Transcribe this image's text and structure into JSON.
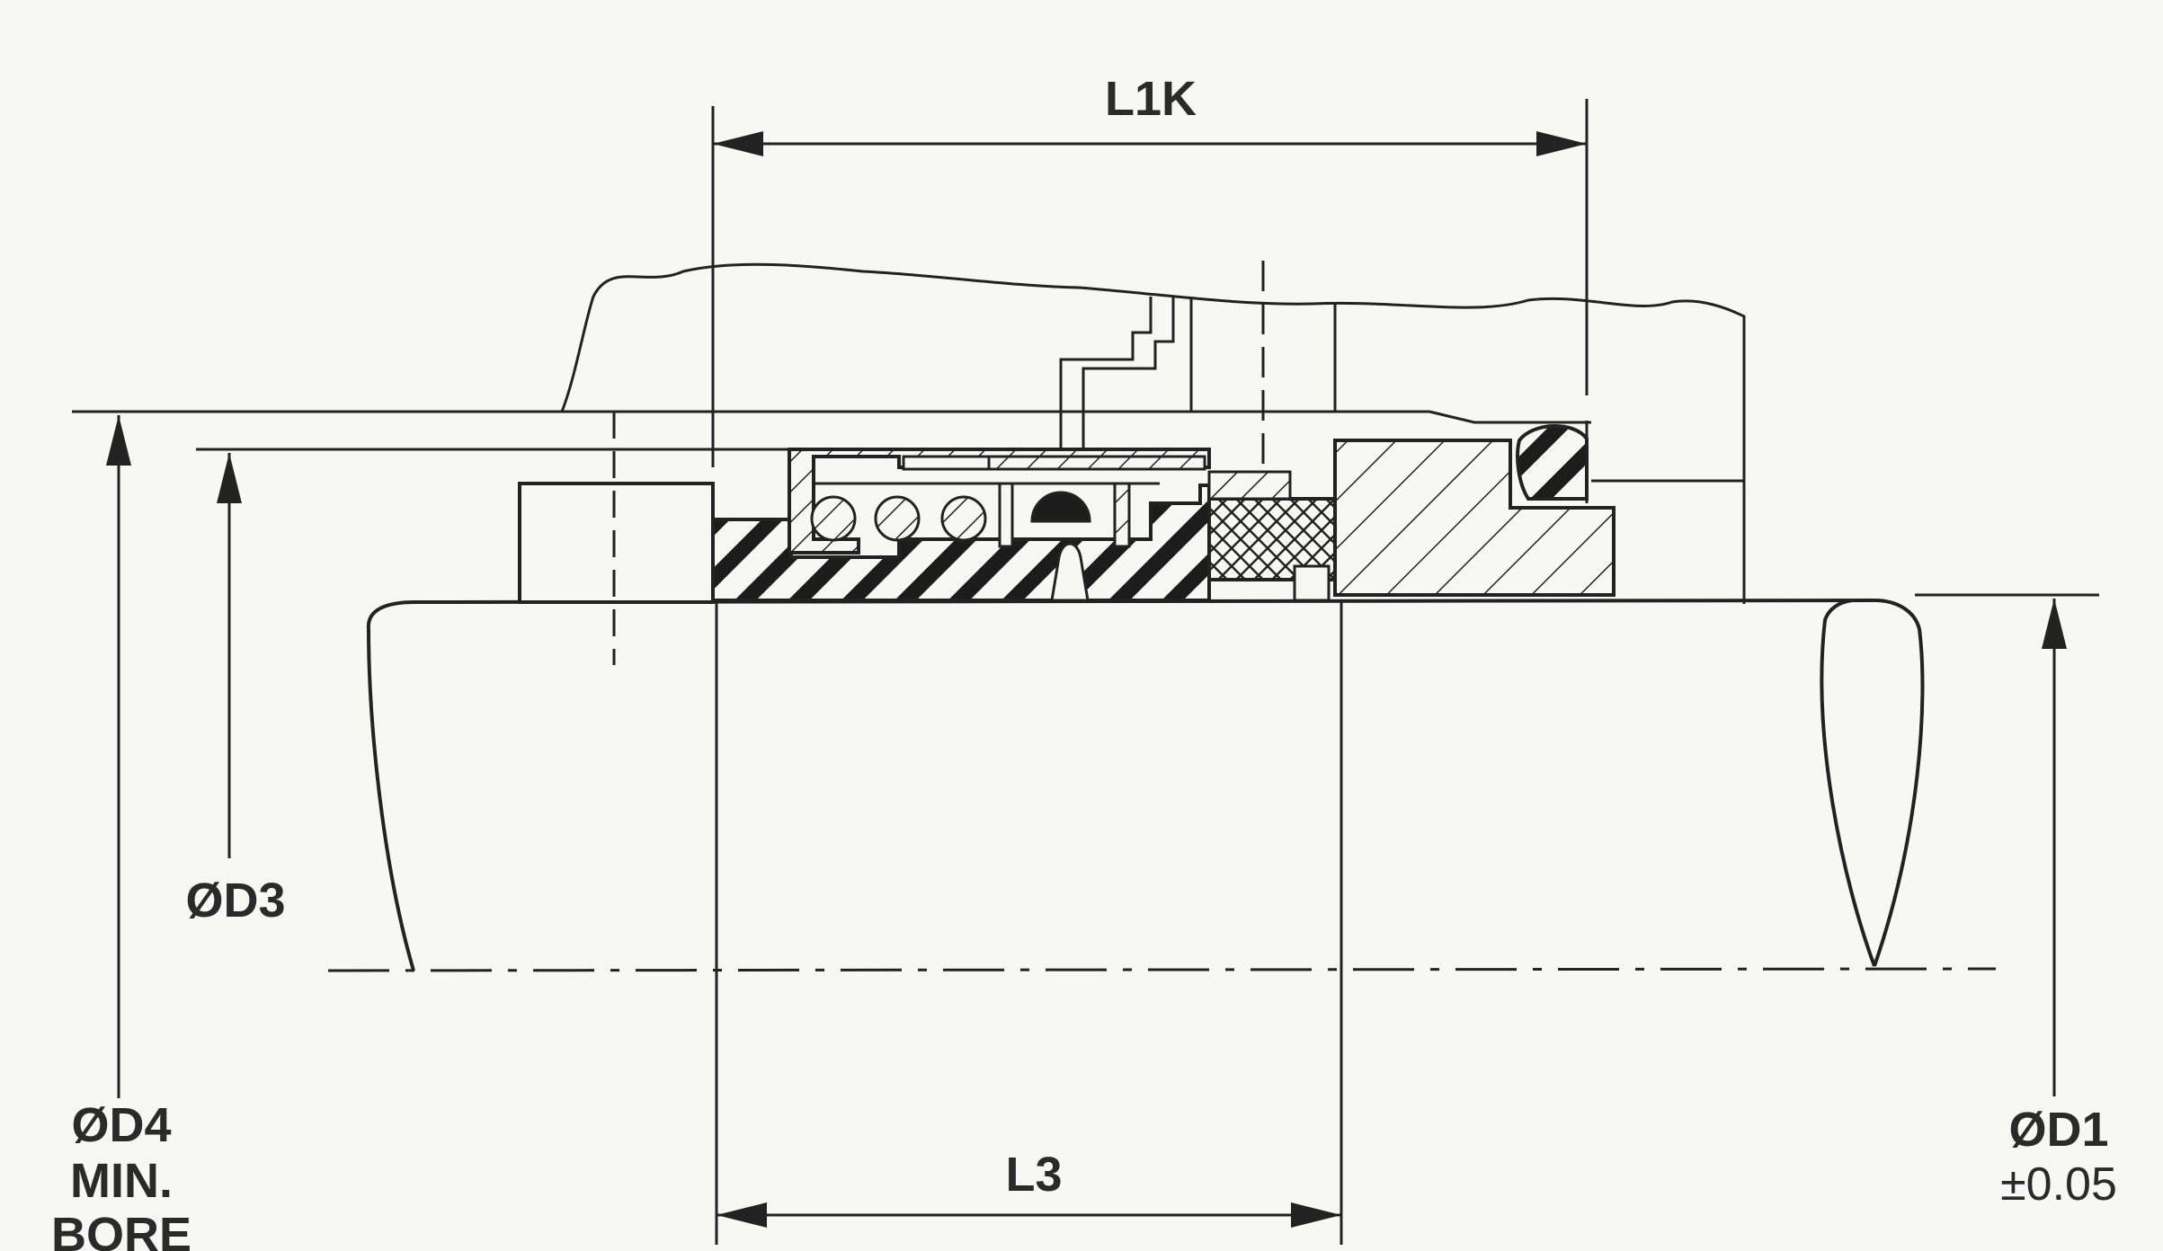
{
  "dimensions": {
    "l1k": "L1K",
    "l3": "L3",
    "d3": "ØD3",
    "d4": {
      "line1": "ØD4",
      "line2": "MIN.",
      "line3": "BORE"
    },
    "d1": {
      "line1": "ØD1",
      "line2": "±0.05"
    }
  },
  "colors": {
    "ink": "#222222",
    "paper": "#f7f7f4"
  }
}
